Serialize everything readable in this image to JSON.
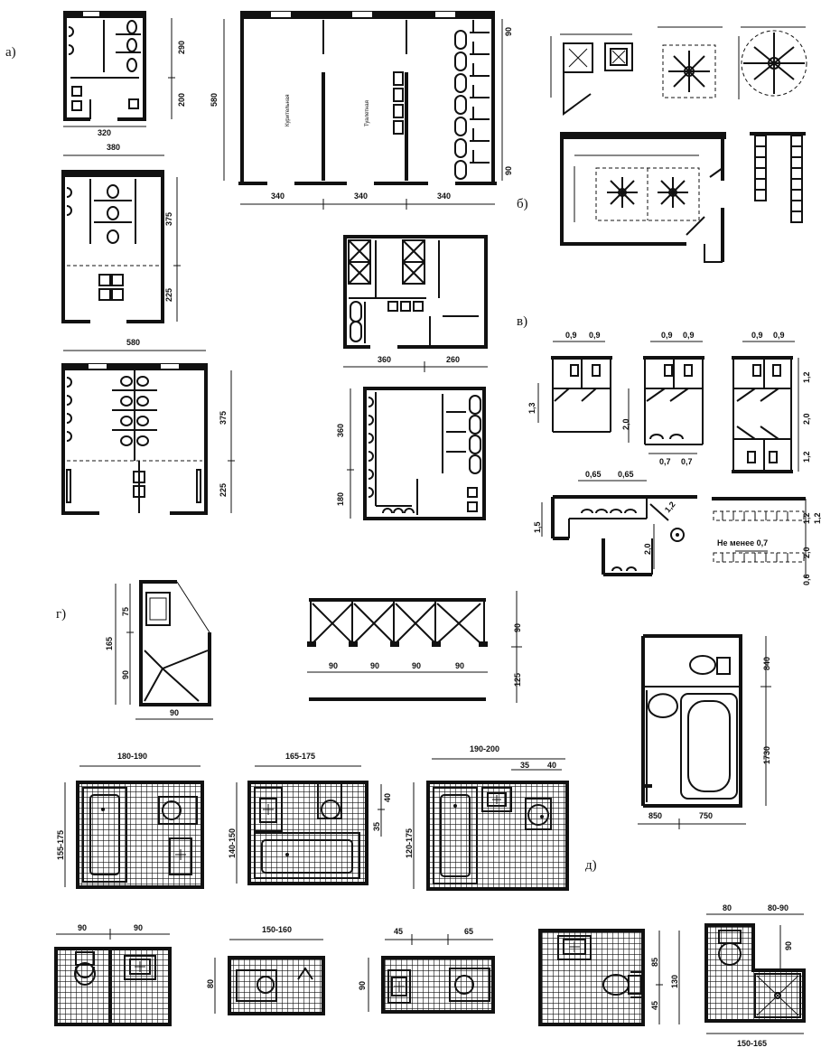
{
  "labels": {
    "a": "а)",
    "b": "б)",
    "v": "в)",
    "g": "г)",
    "d": "д)"
  },
  "room_names": {
    "women": "Курительная",
    "men": "Туалетная"
  },
  "dims": {
    "a1_w": "320",
    "a1_h1": "290",
    "a1_h2": "200",
    "a2_w": "380",
    "a2_h1": "375",
    "a2_h2": "225",
    "a3_w": "580",
    "a3_h1": "375",
    "a3_h2": "225",
    "big_h": "580",
    "big_w1": "340",
    "big_w2": "340",
    "big_w3": "340",
    "big_r1": "90",
    "big_r2": "90",
    "mid_w1": "360",
    "mid_w2": "260",
    "mid2_h1": "360",
    "mid2_h2": "180",
    "v_09a": "0,9",
    "v_09b": "0,9",
    "v_09c": "0,9",
    "v_09d": "0,9",
    "v_09e": "0,9",
    "v_09f": "0,9",
    "v_13": "1,3",
    "v_20a": "2,0",
    "v_20b": "2,0",
    "v_12a": "1,2",
    "v_12b": "1,2",
    "v_07a": "0,7",
    "v_07b": "0,7",
    "v_065a": "0,65",
    "v_065b": "0,65",
    "v_15": "1,5",
    "v_20c": "2,0",
    "v_12c": "1,2",
    "v_min": "Не менее 0,7",
    "v_12d": "1,2",
    "v_12e": "1,2",
    "v_20d": "2,0",
    "v_06": "0,6",
    "g_165": "165",
    "g_75": "75",
    "g_90": "90",
    "g_w90": "90",
    "g_r90a": "90",
    "g_r90b": "90",
    "g_r90c": "90",
    "g_r90d": "90",
    "g_r90e": "90",
    "g_r125": "125",
    "g_bath_840": "840",
    "g_bath_1730": "1730",
    "g_bath_850": "850",
    "g_bath_750": "750",
    "d1_w": "180-190",
    "d1_h": "155-175",
    "d2_w": "165-175",
    "d2_h": "140-150",
    "d2_35": "35",
    "d2_40": "40",
    "d3_w": "190-200",
    "d3_35": "35",
    "d3_40": "40",
    "d3_h": "120-175",
    "e1_90a": "90",
    "e1_90b": "90",
    "e2_w": "150-160",
    "e2_h": "80",
    "e3_45": "45",
    "e3_65": "65",
    "e3_h": "90",
    "e4_85": "85",
    "e4_130": "130",
    "e4_45": "45",
    "e5_80": "80",
    "e5_8090": "80-90",
    "e5_90": "90",
    "e5_w": "150-165"
  }
}
